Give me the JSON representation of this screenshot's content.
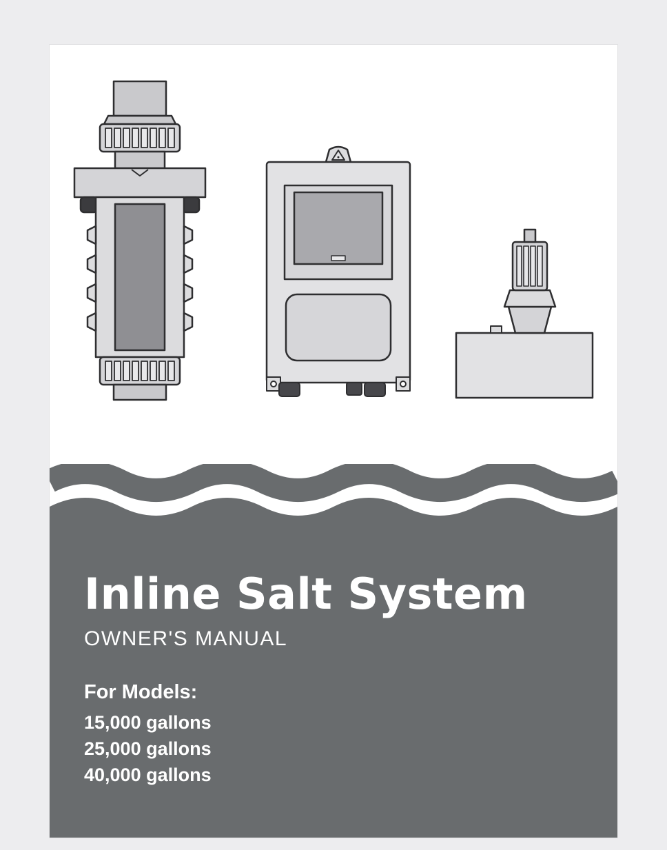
{
  "cover": {
    "title": "Inline Salt System",
    "subtitle": "OWNER'S MANUAL",
    "models_heading": "For Models:",
    "models": [
      "15,000 gallons",
      "25,000 gallons",
      "40,000 gallons"
    ]
  },
  "illustrations": [
    {
      "name": "inline-salt-cell-illustration"
    },
    {
      "name": "control-box-illustration"
    },
    {
      "name": "sensor-fitting-illustration"
    }
  ],
  "colors": {
    "band_gray": "#696c6e",
    "canvas_background": "#ededef",
    "page_background": "#ffffff"
  }
}
